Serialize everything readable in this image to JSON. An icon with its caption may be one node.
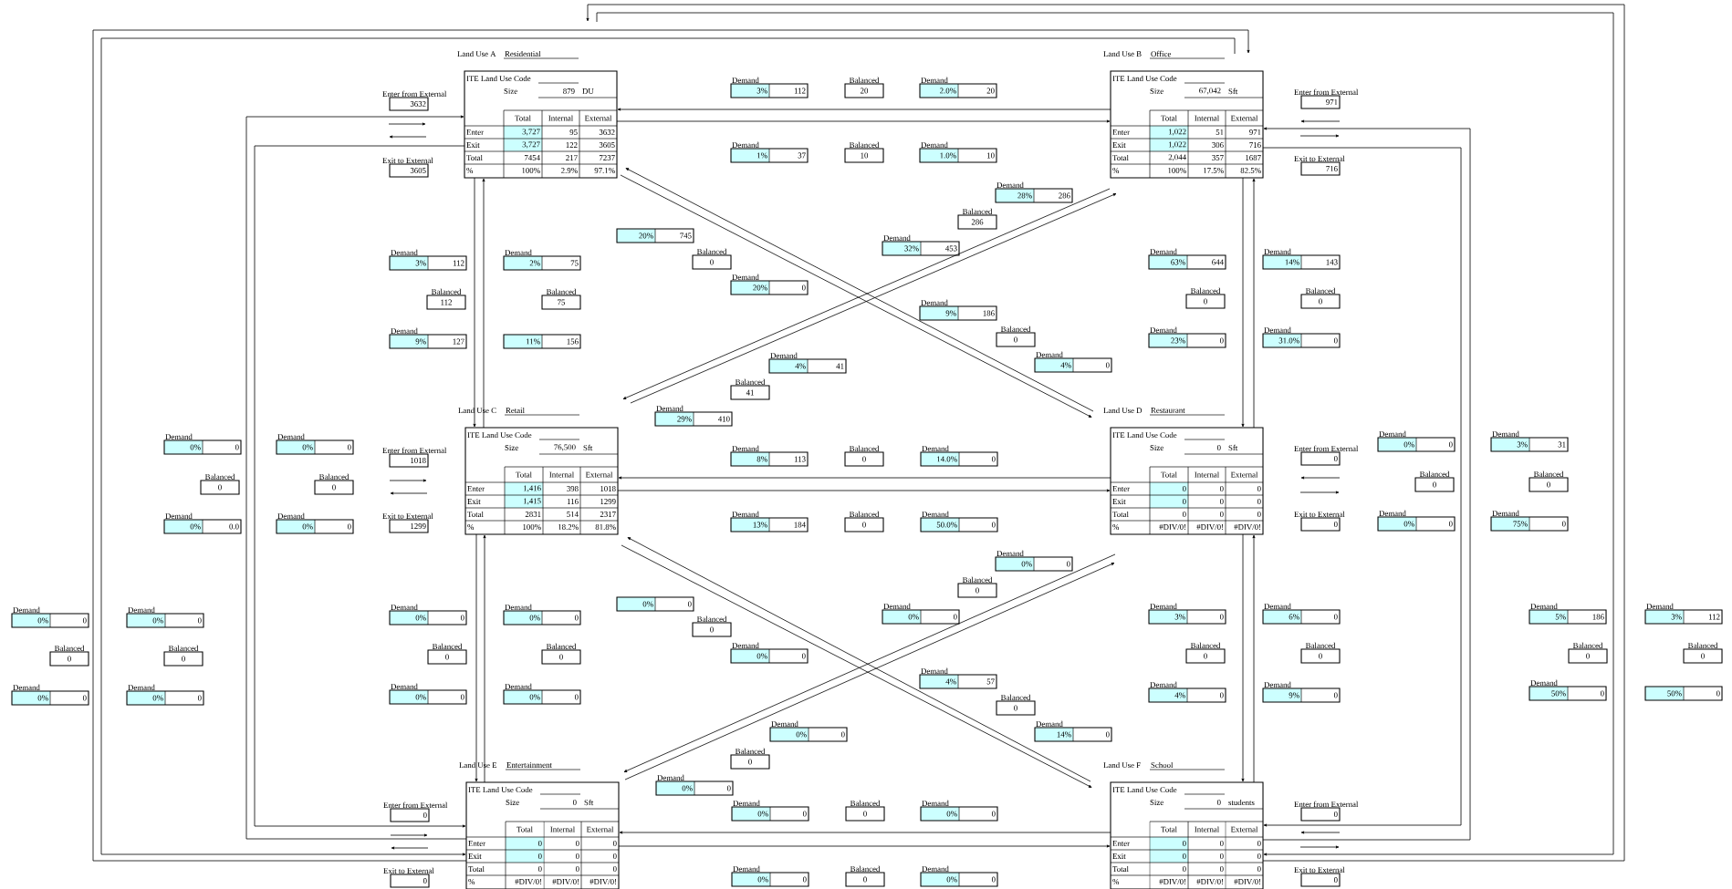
{
  "diagram": {
    "nodes": [
      {
        "text": [
          "Land Use A",
          "Residential",
          "ITE Land Use Code",
          "Size",
          "879",
          "DU",
          "Total",
          "Internal",
          "External",
          "Enter",
          "3,727",
          "95",
          "3632",
          "Exit",
          "3,727",
          "122",
          "3605",
          "Total",
          "7454",
          "217",
          "7237",
          "%",
          "100%",
          "2.9%",
          "97.1%"
        ]
      },
      {
        "text": [
          "Enter from External",
          "3632"
        ]
      },
      {
        "text": [
          "Exit to External",
          "3605"
        ]
      },
      {
        "text": [
          "Land Use B",
          "Office",
          "ITE Land Use Code",
          "Size",
          "67,042",
          "Sft",
          "Total",
          "Internal",
          "External",
          "Enter",
          "1,022",
          "51",
          "971",
          "Exit",
          "1,022",
          "306",
          "716",
          "Total",
          "2,044",
          "357",
          "1687",
          "%",
          "100%",
          "17.5%",
          "82.5%"
        ]
      },
      {
        "text": [
          "Enter from External",
          "971"
        ]
      },
      {
        "text": [
          "Exit to External",
          "716"
        ]
      },
      {
        "text": [
          "Land Use C",
          "Retail",
          "ITE Land Use Code",
          "Size",
          "76,500",
          "Sft",
          "Total",
          "Internal",
          "External",
          "Enter",
          "1,416",
          "398",
          "1018",
          "Exit",
          "1,415",
          "116",
          "1299",
          "Total",
          "2831",
          "514",
          "2317",
          "%",
          "100%",
          "18.2%",
          "81.8%"
        ]
      },
      {
        "text": [
          "Enter from External",
          "1018"
        ]
      },
      {
        "text": [
          "Exit to External",
          "1299"
        ]
      },
      {
        "text": [
          "Land Use D",
          "Restaurant",
          "ITE Land Use Code",
          "Size",
          "0",
          "Sft",
          "Total",
          "Internal",
          "External",
          "Enter",
          "0",
          "0",
          "0",
          "Exit",
          "0",
          "0",
          "0",
          "Total",
          "0",
          "0",
          "0",
          "%",
          "#DIV/0!",
          "#DIV/0!",
          "#DIV/0!"
        ]
      },
      {
        "text": [
          "Enter from External",
          "0"
        ]
      },
      {
        "text": [
          "Exit to External",
          "0"
        ]
      },
      {
        "text": [
          "Land Use E",
          "Entertainment",
          "ITE Land Use Code",
          "Size",
          "0",
          "Sft",
          "Total",
          "Internal",
          "External",
          "Enter",
          "0",
          "0",
          "0",
          "Exit",
          "0",
          "0",
          "0",
          "Total",
          "0",
          "0",
          "0",
          "%",
          "#DIV/0!",
          "#DIV/0!",
          "#DIV/0!"
        ]
      },
      {
        "text": [
          "Enter from External",
          "0"
        ]
      },
      {
        "text": [
          "Exit to External",
          "0"
        ]
      },
      {
        "text": [
          "Land Use F",
          "School",
          "ITE Land Use Code",
          "Size",
          "0",
          "students",
          "Total",
          "Internal",
          "External",
          "Enter",
          "0",
          "0",
          "0",
          "Exit",
          "0",
          "0",
          "0",
          "Total",
          "0",
          "0",
          "0",
          "%",
          "#DIV/0!",
          "#DIV/0!",
          "#DIV/0!"
        ]
      },
      {
        "text": [
          "Enter from External",
          "0"
        ]
      },
      {
        "text": [
          "Exit to External",
          "0"
        ]
      },
      {
        "text": [
          "Demand",
          "3%",
          "112"
        ]
      },
      {
        "text": [
          "Balanced",
          "20"
        ]
      },
      {
        "text": [
          "Demand",
          "2.0%",
          "20"
        ]
      },
      {
        "text": [
          "Demand",
          "1%",
          "37"
        ]
      },
      {
        "text": [
          "Balanced",
          "10"
        ]
      },
      {
        "text": [
          "Demand",
          "1.0%",
          "10"
        ]
      },
      {
        "text": [
          "Demand",
          "3%",
          "112"
        ]
      },
      {
        "text": [
          "Balanced",
          "112"
        ]
      },
      {
        "text": [
          "Demand",
          "9%",
          "127"
        ]
      },
      {
        "text": [
          "Demand",
          "2%",
          "75"
        ]
      },
      {
        "text": [
          "Balanced",
          "75"
        ]
      },
      {
        "text": [
          "11%",
          "156"
        ]
      },
      {
        "text": [
          "Demand",
          "63%",
          "644"
        ]
      },
      {
        "text": [
          "Balanced",
          "0"
        ]
      },
      {
        "text": [
          "Demand",
          "23%",
          "0"
        ]
      },
      {
        "text": [
          "Demand",
          "14%",
          "143"
        ]
      },
      {
        "text": [
          "Balanced",
          "0"
        ]
      },
      {
        "text": [
          "Demand",
          "31.0%",
          "0"
        ]
      },
      {
        "text": [
          "20%",
          "745"
        ]
      },
      {
        "text": [
          "Balanced",
          "0"
        ]
      },
      {
        "text": [
          "Demand",
          "20%",
          "0"
        ]
      },
      {
        "text": [
          "Demand",
          "28%",
          "286"
        ]
      },
      {
        "text": [
          "Balanced",
          "286"
        ]
      },
      {
        "text": [
          "Demand",
          "32%",
          "453"
        ]
      },
      {
        "text": [
          "Demand",
          "9%",
          "186"
        ]
      },
      {
        "text": [
          "Balanced",
          "0"
        ]
      },
      {
        "text": [
          "Demand",
          "4%",
          "0"
        ]
      },
      {
        "text": [
          "Demand",
          "4%",
          "41"
        ]
      },
      {
        "text": [
          "Balanced",
          "41"
        ]
      },
      {
        "text": [
          "Demand",
          "29%",
          "410"
        ]
      },
      {
        "text": [
          "Demand",
          "8%",
          "113"
        ]
      },
      {
        "text": [
          "Balanced",
          "0"
        ]
      },
      {
        "text": [
          "Demand",
          "14.0%",
          "0"
        ]
      },
      {
        "text": [
          "Demand",
          "13%",
          "184"
        ]
      },
      {
        "text": [
          "Balanced",
          "0"
        ]
      },
      {
        "text": [
          "Demand",
          "50.0%",
          "0"
        ]
      },
      {
        "text": [
          "Demand",
          "0%",
          "0"
        ]
      },
      {
        "text": [
          "Balanced",
          "0"
        ]
      },
      {
        "text": [
          "Demand",
          "0%",
          "0.0"
        ]
      },
      {
        "text": [
          "Demand",
          "0%",
          "0"
        ]
      },
      {
        "text": [
          "Balanced",
          "0"
        ]
      },
      {
        "text": [
          "Demand",
          "0%",
          "0"
        ]
      },
      {
        "text": [
          "Demand",
          "0%",
          "0"
        ]
      },
      {
        "text": [
          "Balanced",
          "0"
        ]
      },
      {
        "text": [
          "Demand",
          "0%",
          "0"
        ]
      },
      {
        "text": [
          "Demand",
          "3%",
          "31"
        ]
      },
      {
        "text": [
          "Balanced",
          "0"
        ]
      },
      {
        "text": [
          "Demand",
          "75%",
          "0"
        ]
      },
      {
        "text": [
          "Demand",
          "0%",
          "0"
        ]
      },
      {
        "text": [
          "Balanced",
          "0"
        ]
      },
      {
        "text": [
          "Demand",
          "0%",
          "0"
        ]
      },
      {
        "text": [
          "Demand",
          "0%",
          "0"
        ]
      },
      {
        "text": [
          "Balanced",
          "0"
        ]
      },
      {
        "text": [
          "Demand",
          "0%",
          "0"
        ]
      },
      {
        "text": [
          "Demand",
          "3%",
          "0"
        ]
      },
      {
        "text": [
          "Balanced",
          "0"
        ]
      },
      {
        "text": [
          "Demand",
          "4%",
          "0"
        ]
      },
      {
        "text": [
          "Demand",
          "6%",
          "0"
        ]
      },
      {
        "text": [
          "Balanced",
          "0"
        ]
      },
      {
        "text": [
          "Demand",
          "9%",
          "0"
        ]
      },
      {
        "text": [
          "0%",
          "0"
        ]
      },
      {
        "text": [
          "Balanced",
          "0"
        ]
      },
      {
        "text": [
          "Demand",
          "0%",
          "0"
        ]
      },
      {
        "text": [
          "Demand",
          "0%",
          "0"
        ]
      },
      {
        "text": [
          "Balanced",
          "0"
        ]
      },
      {
        "text": [
          "Demand",
          "0%",
          "0"
        ]
      },
      {
        "text": [
          "Demand",
          "4%",
          "57"
        ]
      },
      {
        "text": [
          "Balanced",
          "0"
        ]
      },
      {
        "text": [
          "Demand",
          "14%",
          "0"
        ]
      },
      {
        "text": [
          "Demand",
          "0%",
          "0"
        ]
      },
      {
        "text": [
          "Balanced",
          "0"
        ]
      },
      {
        "text": [
          "Demand",
          "0%",
          "0"
        ]
      },
      {
        "text": [
          "Demand",
          "0%",
          "0"
        ]
      },
      {
        "text": [
          "Balanced",
          "0"
        ]
      },
      {
        "text": [
          "Demand",
          "0%",
          "0"
        ]
      },
      {
        "text": [
          "Demand",
          "0%",
          "0"
        ]
      },
      {
        "text": [
          "Balanced",
          "0"
        ]
      },
      {
        "text": [
          "Demand",
          "0%",
          "0"
        ]
      },
      {
        "text": [
          "Demand",
          "0%",
          "0"
        ]
      },
      {
        "text": [
          "Balanced",
          "0"
        ]
      },
      {
        "text": [
          "Demand",
          "0%",
          "0"
        ]
      },
      {
        "text": [
          "Demand",
          "0%",
          "0"
        ]
      },
      {
        "text": [
          "Balanced",
          "0"
        ]
      },
      {
        "text": [
          "Demand",
          "0%",
          "0"
        ]
      },
      {
        "text": [
          "Demand",
          "5%",
          "186"
        ]
      },
      {
        "text": [
          "Balanced",
          "0"
        ]
      },
      {
        "text": [
          "Demand",
          "50%",
          "0"
        ]
      },
      {
        "text": [
          "Demand",
          "3%",
          "112"
        ]
      },
      {
        "text": [
          "Balanced",
          "0"
        ]
      },
      {
        "text": [
          "50%",
          "0"
        ]
      }
    ],
    "edges": [
      {
        "from": 3,
        "to": 0,
        "arrow": "to"
      },
      {
        "from": 0,
        "to": 3,
        "arrow": "to"
      },
      {
        "from": 0,
        "to": 6,
        "arrow": "to"
      },
      {
        "from": 6,
        "to": 0,
        "arrow": "to"
      },
      {
        "from": 3,
        "to": 9,
        "arrow": "to"
      },
      {
        "from": 9,
        "to": 3,
        "arrow": "to"
      },
      {
        "from": 9,
        "to": 0,
        "arrow": "to"
      },
      {
        "from": 0,
        "to": 9,
        "arrow": "to"
      },
      {
        "from": 3,
        "to": 6,
        "arrow": "to"
      },
      {
        "from": 6,
        "to": 3,
        "arrow": "to"
      },
      {
        "from": 9,
        "to": 6,
        "arrow": "to"
      },
      {
        "from": 6,
        "to": 9,
        "arrow": "to"
      },
      {
        "from": 6,
        "to": 12,
        "arrow": "to"
      },
      {
        "from": 12,
        "to": 6,
        "arrow": "to"
      },
      {
        "from": 9,
        "to": 15,
        "arrow": "to"
      },
      {
        "from": 15,
        "to": 9,
        "arrow": "to"
      },
      {
        "from": 15,
        "to": 6,
        "arrow": "to"
      },
      {
        "from": 6,
        "to": 15,
        "arrow": "to"
      },
      {
        "from": 9,
        "to": 12,
        "arrow": "to"
      },
      {
        "from": 12,
        "to": 9,
        "arrow": "to"
      },
      {
        "from": 15,
        "to": 12,
        "arrow": "to"
      },
      {
        "from": 12,
        "to": 15,
        "arrow": "to"
      },
      {
        "from": 12,
        "to": 0,
        "arrow": "to"
      },
      {
        "from": 0,
        "to": 12,
        "arrow": "to"
      },
      {
        "from": 12,
        "to": 3,
        "arrow": "to"
      },
      {
        "from": 3,
        "to": 12,
        "arrow": "to"
      },
      {
        "from": 15,
        "to": 0,
        "arrow": "to"
      },
      {
        "from": 0,
        "to": 15,
        "arrow": "to"
      },
      {
        "from": 15,
        "to": 3,
        "arrow": "to"
      },
      {
        "from": 3,
        "to": 15,
        "arrow": "to"
      }
    ]
  }
}
